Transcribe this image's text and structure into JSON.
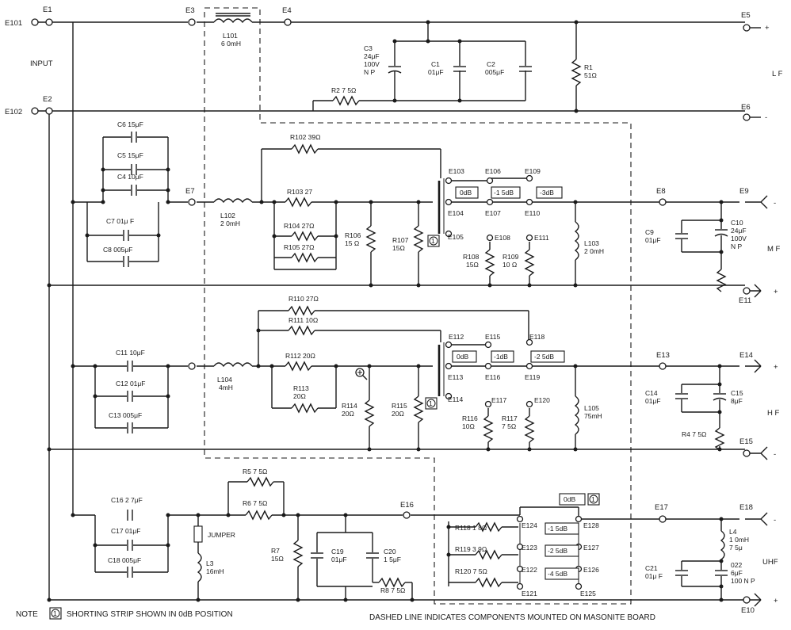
{
  "terminals": {
    "E101": "E101",
    "E1": "E1",
    "E102": "E102",
    "E2": "E2",
    "E3": "E3",
    "E4": "E4",
    "E5": "E5",
    "E6": "E6",
    "E7": "E7",
    "E8": "E8",
    "E9": "E9",
    "E11": "E11",
    "E13": "E13",
    "E14": "E14",
    "E15": "E15",
    "E16": "E16",
    "E17": "E17",
    "E18": "E18",
    "E10": "E10",
    "E103": "E103",
    "E104": "E104",
    "E105": "E105",
    "E106": "E106",
    "E107": "E107",
    "E108": "E108",
    "E109": "E109",
    "E110": "E110",
    "E111": "E111",
    "E112": "E112",
    "E113": "E113",
    "E114": "E114",
    "E115": "E115",
    "E116": "E116",
    "E117": "E117",
    "E118": "E118",
    "E119": "E119",
    "E120": "E120",
    "E121": "E121",
    "E122": "E122",
    "E123": "E123",
    "E124": "E124",
    "E125": "E125",
    "E126": "E126",
    "E127": "E127",
    "E128": "E128"
  },
  "labels": {
    "input": "INPUT",
    "lf": "L F",
    "mf": "M F",
    "hf": "H F",
    "uhf": "UHF",
    "jumper": "JUMPER",
    "plus": "+",
    "minus": "-"
  },
  "components": {
    "L101_a": "L101",
    "L101_b": "6 0mH",
    "C3_a": "C3",
    "C3_b": "24μF",
    "C3_c": "100V",
    "C3_d": "N P",
    "C1_a": "C1",
    "C1_b": "01μF",
    "C2_a": "C2",
    "C2_b": "005μF",
    "R1_a": "R1",
    "R1_b": "51Ω",
    "R2": "R2 7 5Ω",
    "C6": "C6 15μF",
    "C5": "C5 15μF",
    "C4": "C4 10μF",
    "C7": "C7 01μ F",
    "C8": "C8 005μF",
    "R102": "R102 39Ω",
    "R103": "R103 27",
    "R104": "R104 27Ω",
    "R105": "R105 27Ω",
    "L102_a": "L102",
    "L102_b": "2 0mH",
    "R106_a": "R106",
    "R106_b": "15 Ω",
    "R107_a": "R107",
    "R107_b": "15Ω",
    "R108_a": "R108",
    "R108_b": "15Ω",
    "R109_a": "R109",
    "R109_b": "10 Ω",
    "L103_a": "L103",
    "L103_b": "2 0mH",
    "C9_a": "C9",
    "C9_b": "01μF",
    "C10_a": "C10",
    "C10_b": "24μF",
    "C10_c": "100V",
    "C10_d": "N P",
    "R110": "R110 27Ω",
    "R111": "R111 10Ω",
    "R112": "R112 20Ω",
    "R113_a": "R113",
    "R113_b": "20Ω",
    "C11": "C11 10μF",
    "C12": "C12 01μF",
    "C13": "C13 005μF",
    "L104_a": "L104",
    "L104_b": "4mH",
    "R114_a": "R114",
    "R114_b": "20Ω",
    "R115_a": "R115",
    "R115_b": "20Ω",
    "R116_a": "R116",
    "R116_b": "10Ω",
    "R117_a": "R117",
    "R117_b": "7 5Ω",
    "L105_a": "L105",
    "L105_b": "75mH",
    "C14_a": "C14",
    "C14_b": "01μF",
    "C15_a": "C15",
    "C15_b": "8μF",
    "R4": "R4 7 5Ω",
    "R5": "R5 7 5Ω",
    "R6": "R6 7 5Ω",
    "C16": "C16 2 7μF",
    "C17": "C17 01μF",
    "C18": "C18 005μF",
    "L3_a": "L3",
    "L3_b": "16mH",
    "R7_a": "R7",
    "R7_b": "15Ω",
    "C19_a": "C19",
    "C19_b": "01μF",
    "C20_a": "C20",
    "C20_b": "1 5μF",
    "R8": "R8 7 5Ω",
    "R118": "R118 1 8Ω",
    "R119": "R119 3 9Ω",
    "R120": "R120 7 5Ω",
    "L4_a": "L4",
    "L4_b": "1 0mH",
    "L4_c": "7 5μ",
    "C21_a": "C21",
    "C21_b": "01μ F",
    "C22_a": "022",
    "C22_b": "6μF",
    "C22_c": "100 N P"
  },
  "attenuation": {
    "mf": [
      "0dB",
      "-1 5dB",
      "-3dB"
    ],
    "hf": [
      "0dB",
      "-1dB",
      "-2 5dB"
    ],
    "uhf": [
      "0dB",
      "-1 5dB",
      "-2 5dB",
      "-4 5dB"
    ],
    "strip": "1"
  },
  "notes": {
    "note_label": "NOTE",
    "note_text": "SHORTING STRIP SHOWN IN 0dB POSITION",
    "dashed_text": "DASHED  LINE INDICATES COMPONENTS  MOUNTED ON MASONITE BOARD"
  }
}
